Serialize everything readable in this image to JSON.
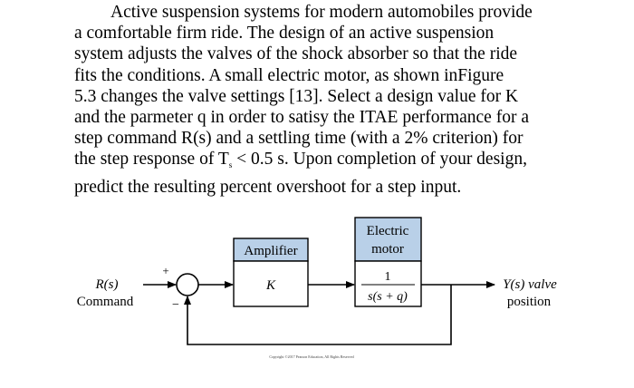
{
  "problem": {
    "lines": [
      "Active suspension systems for modern automobiles provide",
      "a comfortable firm ride.  The design of an active suspension",
      "system adjusts the valves of the shock absorber so that the ride",
      "fits the conditions.  A small electric motor, as shown inFigure",
      "5.3 changes the valve settings [13].  Select a design value for K",
      "and the parmeter q in order to satisy the ITAE performance for a",
      "step command R(s) and a settling time (with a 2% criterion) for",
      "the step response of T",
      "< 0.5 s.  Upon completion of your design,",
      "predict the resulting percent overshoot for a step input."
    ],
    "settling_subscript": "s"
  },
  "diagram": {
    "input_label": "R(s)",
    "input_sublabel": "Command",
    "plus_sign": "+",
    "minus_sign": "−",
    "amplifier_title": "Amplifier",
    "amplifier_gain": "K",
    "motor_title_line1": "Electric",
    "motor_title_line2": "motor",
    "motor_tf_numerator": "1",
    "motor_tf_denominator": "s(s + q)",
    "output_label": "Y(s) valve",
    "output_sublabel": "position",
    "copyright": "Copyright ©2017 Pearson Education, All Rights Reserved"
  }
}
